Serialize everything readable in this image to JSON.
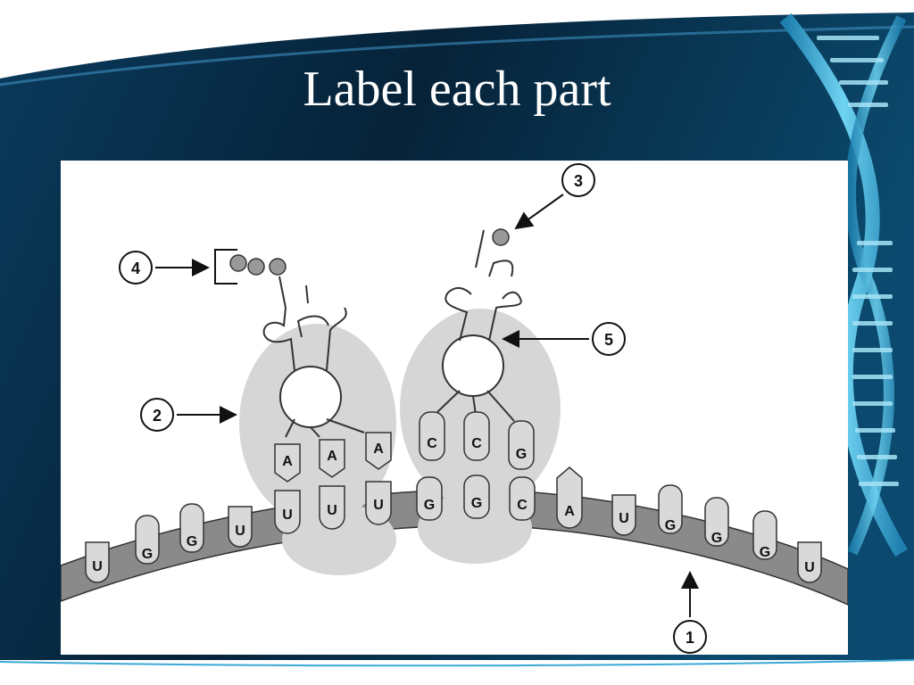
{
  "slide": {
    "title": "Label each part"
  },
  "diagram": {
    "callouts": [
      "1",
      "2",
      "3",
      "4",
      "5"
    ],
    "site1_anticodon": [
      "A",
      "A",
      "A"
    ],
    "site2_anticodon": [
      "C",
      "C",
      "G"
    ],
    "mrna_bases": [
      "U",
      "G",
      "G",
      "U",
      "U",
      "U",
      "U",
      "G",
      "G",
      "C",
      "A",
      "U",
      "G",
      "G",
      "G",
      "U"
    ]
  },
  "colors": {
    "background_dark": "#072a44",
    "accent_blue": "#3aa9d4",
    "ribosome": "#d6d6d6",
    "mrna_strand": "#8a8a8a",
    "base_fill": "#d9d9d9"
  },
  "icons": [
    "dna-helix-icon",
    "amino-acid-chain-icon",
    "amino-acid-icon",
    "trna-icon",
    "arrow-icon"
  ]
}
